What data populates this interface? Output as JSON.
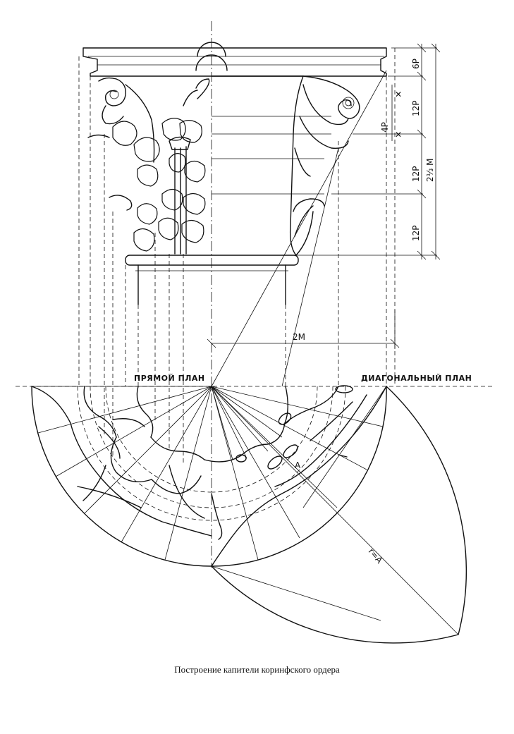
{
  "labels": {
    "direct_plan": "ПРЯМОЙ ПЛАН",
    "diagonal_plan": "ДИАГОНАЛЬНЫЙ ПЛАН",
    "dim_6p": "6Р",
    "dim_12p_top": "12Р",
    "dim_12p_mid": "12Р",
    "dim_12p_bottom": "12Р",
    "dim_4p": "4Р",
    "dim_total": "2⅓ М",
    "dim_2m": "2М",
    "radius": "r=A",
    "point_a": "A"
  },
  "caption": "Построение капители коринфского ордера"
}
